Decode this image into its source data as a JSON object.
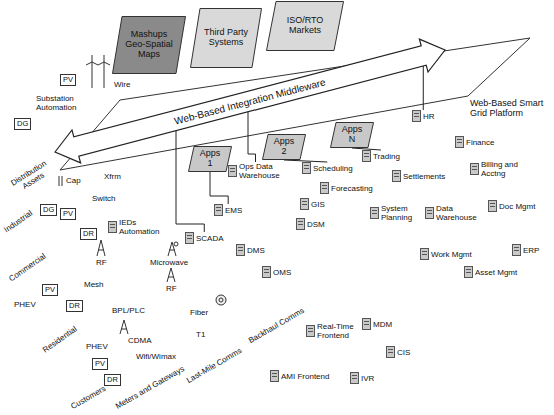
{
  "diagram": {
    "nodes": [
      {
        "text": [
          "Mashups Geo-Spatial Maps"
        ]
      },
      {
        "text": [
          "Third Party Systems"
        ]
      },
      {
        "text": [
          "ISO/RTO Markets"
        ]
      },
      {
        "text": [
          "Web-Based Smart Grid Platform"
        ]
      },
      {
        "text": [
          "Web-Based Integration Middleware"
        ]
      },
      {
        "text": [
          "Apps 1"
        ]
      },
      {
        "text": [
          "Apps 2"
        ]
      },
      {
        "text": [
          "Apps N"
        ]
      },
      {
        "text": [
          "DG"
        ]
      },
      {
        "text": [
          "PV"
        ]
      },
      {
        "text": [
          "DG"
        ]
      },
      {
        "text": [
          "PV"
        ]
      },
      {
        "text": [
          "DR"
        ]
      },
      {
        "text": [
          "PV"
        ]
      },
      {
        "text": [
          "DR"
        ]
      },
      {
        "text": [
          "PV"
        ]
      },
      {
        "text": [
          "DR"
        ]
      },
      {
        "text": [
          "IEDs Automation"
        ]
      },
      {
        "text": [
          "SCADA"
        ]
      },
      {
        "text": [
          "EMS"
        ]
      },
      {
        "text": [
          "Ops Data Warehouse"
        ]
      },
      {
        "text": [
          "GIS"
        ]
      },
      {
        "text": [
          "DSM"
        ]
      },
      {
        "text": [
          "DMS"
        ]
      },
      {
        "text": [
          "OMS"
        ]
      },
      {
        "text": [
          "Scheduling"
        ]
      },
      {
        "text": [
          "Forecasting"
        ]
      },
      {
        "text": [
          "Trading"
        ]
      },
      {
        "text": [
          "Settlements"
        ]
      },
      {
        "text": [
          "HR"
        ]
      },
      {
        "text": [
          "Finance"
        ]
      },
      {
        "text": [
          "Billing and Acctng"
        ]
      },
      {
        "text": [
          "Doc Mgmt"
        ]
      },
      {
        "text": [
          "System Planning"
        ]
      },
      {
        "text": [
          "Data Warehouse"
        ]
      },
      {
        "text": [
          "Work Mgmt"
        ]
      },
      {
        "text": [
          "Asset Mgmt"
        ]
      },
      {
        "text": [
          "ERP"
        ]
      },
      {
        "text": [
          "Real-Time Frontend"
        ]
      },
      {
        "text": [
          "AMI Frontend"
        ]
      },
      {
        "text": [
          "MDM"
        ]
      },
      {
        "text": [
          "CIS"
        ]
      },
      {
        "text": [
          "IVR"
        ]
      }
    ],
    "edges": [
      {
        "from": 4,
        "to": 18,
        "arrow": "none"
      },
      {
        "from": 5,
        "to": 19,
        "arrow": "none"
      },
      {
        "from": 4,
        "to": 20,
        "arrow": "none"
      },
      {
        "from": 6,
        "to": 25,
        "arrow": "none"
      },
      {
        "from": 7,
        "to": 27,
        "arrow": "none"
      },
      {
        "from": 4,
        "to": 29,
        "arrow": "none"
      }
    ],
    "labels": [
      "Wire",
      "Substation Automation",
      "Distribution Assets",
      "Cap",
      "Xfrm",
      "Switch",
      "Industrial",
      "Commercial",
      "PHEV",
      "Residential",
      "PHEV",
      "Customers",
      "Meters and Gateways",
      "Last-Mile Comms",
      "Backhaul Comms",
      "RF",
      "Mesh",
      "BPL/PLC",
      "CDMA",
      "Wifi/Wimax",
      "Microwave",
      "RF",
      "Fiber",
      "T1"
    ]
  }
}
